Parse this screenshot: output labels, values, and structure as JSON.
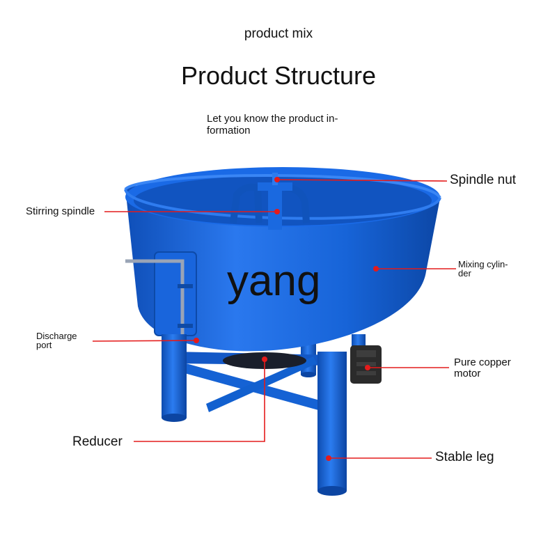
{
  "header": {
    "top_text": "product mix",
    "title": "Product Structure",
    "intro": "Let you know the product in-formation"
  },
  "watermark": "yang",
  "labels": {
    "spindle_nut": "Spindle nut",
    "stirring_spindle": "Stirring spindle",
    "mixing_cylinder": "Mixing cylin-der",
    "discharge_port": "Discharge port",
    "pure_copper_motor": "Pure copper motor",
    "reducer": "Reducer",
    "stable_leg": "Stable leg"
  },
  "colors": {
    "mixer_blue": "#1560d6",
    "callout_red": "#e41b1b",
    "motor_dark": "#2b2b2b"
  }
}
